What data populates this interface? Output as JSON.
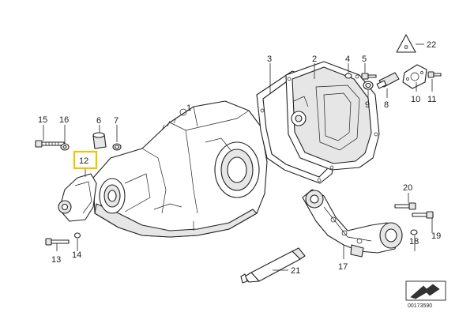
{
  "diagram": {
    "reference_code": "00173590",
    "highlight_color": "#f2c200",
    "callouts": [
      {
        "id": "c1",
        "label": "1"
      },
      {
        "id": "c2",
        "label": "2"
      },
      {
        "id": "c3",
        "label": "3"
      },
      {
        "id": "c4",
        "label": "4"
      },
      {
        "id": "c5",
        "label": "5"
      },
      {
        "id": "c6",
        "label": "6"
      },
      {
        "id": "c7",
        "label": "7"
      },
      {
        "id": "c8",
        "label": "8"
      },
      {
        "id": "c9",
        "label": "9"
      },
      {
        "id": "c10",
        "label": "10"
      },
      {
        "id": "c11",
        "label": "11"
      },
      {
        "id": "c12",
        "label": "12",
        "highlighted": true
      },
      {
        "id": "c13",
        "label": "13"
      },
      {
        "id": "c14",
        "label": "14"
      },
      {
        "id": "c15",
        "label": "15"
      },
      {
        "id": "c16",
        "label": "16"
      },
      {
        "id": "c17",
        "label": "17"
      },
      {
        "id": "c18",
        "label": "18"
      },
      {
        "id": "c19",
        "label": "19"
      },
      {
        "id": "c20",
        "label": "20"
      },
      {
        "id": "c21",
        "label": "21"
      },
      {
        "id": "c22",
        "label": "22"
      }
    ],
    "labels": {
      "l1": "1",
      "l2": "2",
      "l3": "3",
      "l4": "4",
      "l5": "5",
      "l6": "6",
      "l7": "7",
      "l8": "8",
      "l9": "9",
      "l10": "10",
      "l11": "11",
      "l12": "12",
      "l13": "13",
      "l14": "14",
      "l15": "15",
      "l16": "16",
      "l17": "17",
      "l18": "18",
      "l19": "19",
      "l20": "20",
      "l21": "21",
      "l22": "22"
    }
  }
}
